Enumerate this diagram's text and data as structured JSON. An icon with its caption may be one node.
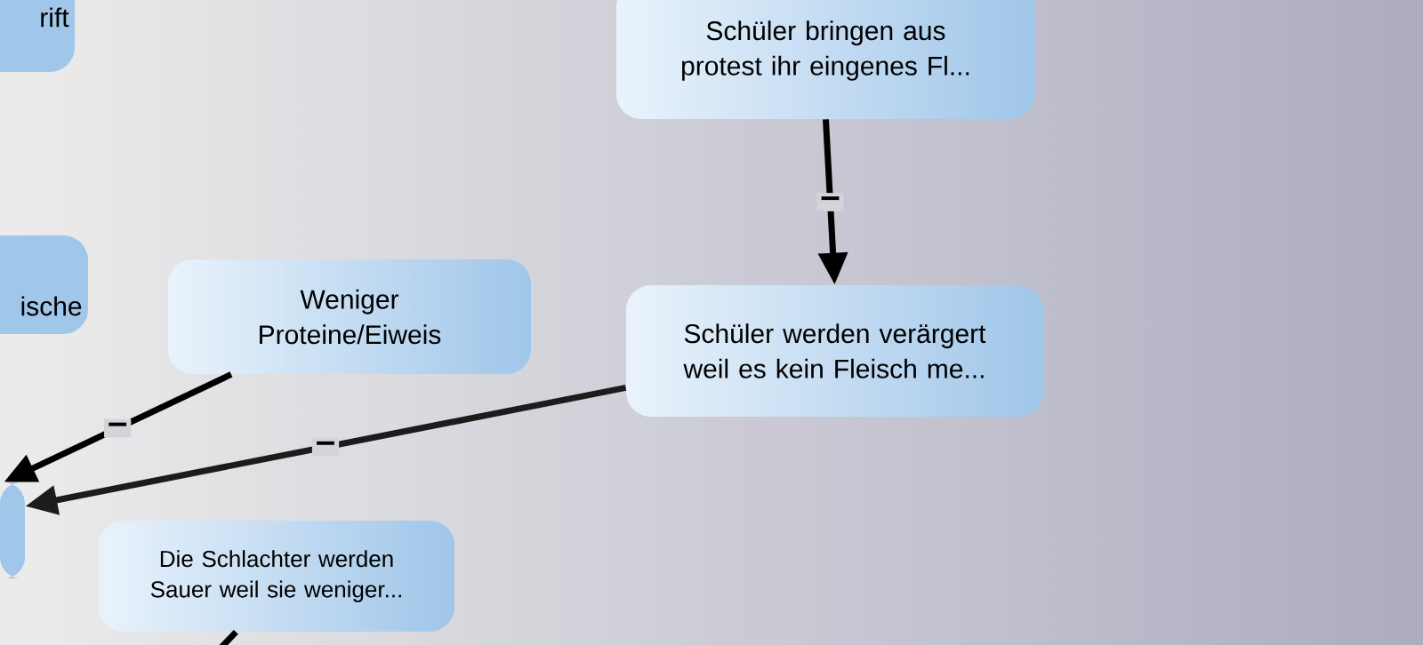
{
  "diagram": {
    "nodes": [
      {
        "text": [
          "rift"
        ]
      },
      {
        "text": [
          "ische"
        ]
      },
      {
        "text": [
          "Weniger Proteine/Eiweis"
        ]
      },
      {
        "text": [
          "Schüler bringen aus protest ihr eingenes Fl..."
        ]
      },
      {
        "text": [
          "Schüler werden verärgert weil es kein Fleisch me..."
        ]
      },
      {
        "text": [],
        "shape": "box"
      },
      {
        "text": [
          "Die Schlachter werden Sauer weil sie weniger..."
        ]
      }
    ],
    "edges": [
      {
        "from": 3,
        "to": 4,
        "arrow": "to",
        "label": "–"
      },
      {
        "from": 2,
        "to": 5,
        "arrow": "to",
        "label": "–"
      },
      {
        "from": 4,
        "to": 5,
        "arrow": "to",
        "label": "–",
        "color": "#1c1c1c"
      },
      {
        "from": 6,
        "to": null,
        "arrow": "none"
      }
    ]
  }
}
